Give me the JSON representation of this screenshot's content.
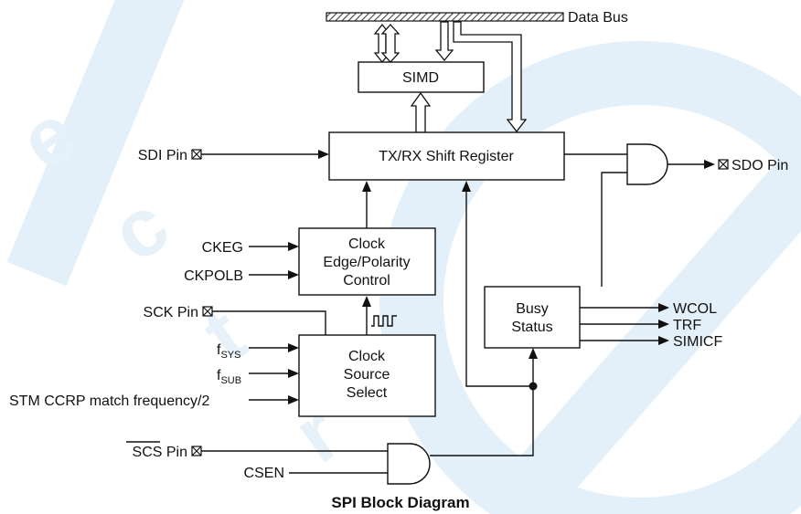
{
  "title": "SPI Block Diagram",
  "bus": {
    "label": "Data Bus"
  },
  "blocks": {
    "simd": "SIMD",
    "shift_register": "TX/RX Shift Register",
    "clock_edge": [
      "Clock",
      "Edge/Polarity",
      "Control"
    ],
    "clock_source": [
      "Clock",
      "Source",
      "Select"
    ],
    "busy_status": [
      "Busy",
      "Status"
    ]
  },
  "pins": {
    "sdi": "SDI Pin",
    "sdo": "SDO Pin",
    "sck": "SCK Pin",
    "scs": "SCS Pin"
  },
  "inputs": {
    "ckeg": "CKEG",
    "ckpolb": "CKPOLB",
    "fsys_main": "f",
    "fsys_sub": "SYS",
    "fsub_main": "f",
    "fsub_sub": "SUB",
    "stm": "STM CCRP match frequency/2",
    "csen": "CSEN"
  },
  "outputs": {
    "wcol": "WCOL",
    "trf": "TRF",
    "simicf": "SIMICF"
  },
  "colors": {
    "watermark": "#dcecf8",
    "line": "#111111",
    "bus_fill": "#9a9a9a"
  }
}
